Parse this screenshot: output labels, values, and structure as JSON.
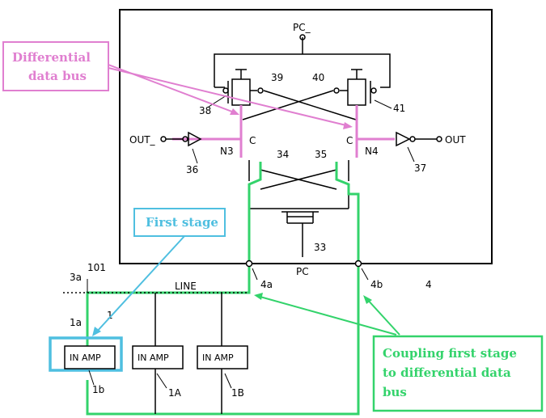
{
  "labels": {
    "pc_top": "PC_",
    "pc_bottom": "PC",
    "out_bar": "OUT_",
    "out": "OUT",
    "n3": "N3",
    "n4": "N4",
    "c_left": "C",
    "c_right": "C",
    "line": "LINE",
    "node_4a": "4a",
    "node_4b": "4b",
    "block_4": "4",
    "node_3a": "3a",
    "node_101": "101",
    "node_1a": "1a",
    "node_1": "1",
    "node_1b": "1b",
    "node_1A": "1A",
    "node_1B": "1B"
  },
  "transistors": {
    "t39": "39",
    "t40": "40",
    "t38": "38",
    "t41": "41",
    "t34": "34",
    "t35": "35",
    "t33": "33",
    "inv36": "36",
    "inv37": "37"
  },
  "amplifiers": [
    {
      "label": "IN AMP"
    },
    {
      "label": "IN AMP"
    },
    {
      "label": "IN AMP"
    }
  ],
  "callouts": {
    "differential": [
      "Differential",
      "data bus"
    ],
    "first_stage": "First stage",
    "coupling": [
      "Coupling first stage",
      "to differential data",
      "bus"
    ]
  },
  "colors": {
    "pink": "#e07fd0",
    "cyan": "#4fbfe0",
    "green": "#33d36b",
    "black": "#000000"
  }
}
